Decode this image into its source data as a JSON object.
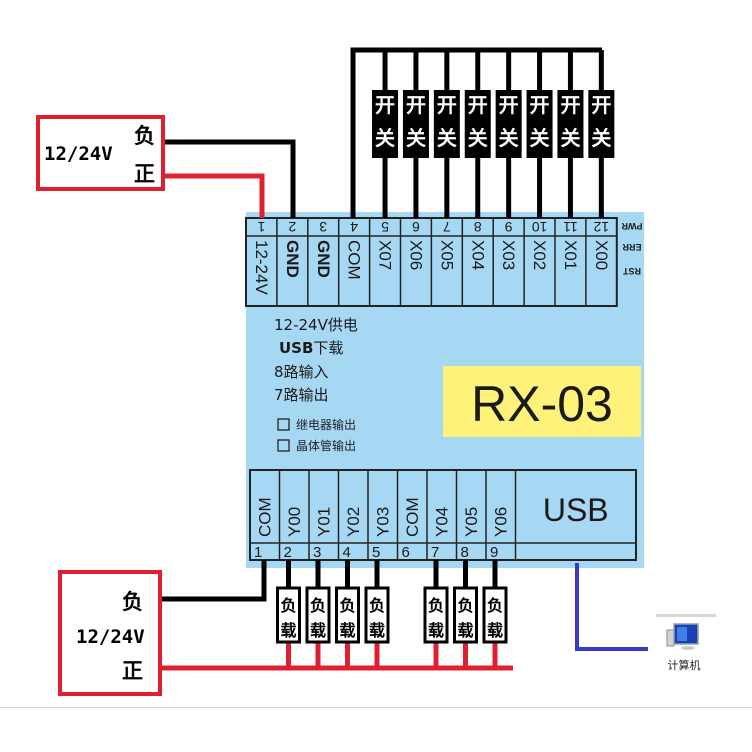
{
  "device": {
    "model": "RX-03",
    "usb_label": "USB",
    "features": [
      "12-24V供电",
      "USB下载",
      "8路输入",
      "7路输出"
    ],
    "options": [
      {
        "label": "继电器输出",
        "checked": false
      },
      {
        "label": "晶体管输出",
        "checked": false
      }
    ],
    "status_leds": [
      "PWR",
      "ERR",
      "RST"
    ],
    "top_terminals": [
      {
        "num": "1",
        "label": "12-24V"
      },
      {
        "num": "2",
        "label": "GND"
      },
      {
        "num": "3",
        "label": "GND"
      },
      {
        "num": "4",
        "label": "COM"
      },
      {
        "num": "5",
        "label": "X07"
      },
      {
        "num": "6",
        "label": "X06"
      },
      {
        "num": "7",
        "label": "X05"
      },
      {
        "num": "8",
        "label": "X04"
      },
      {
        "num": "9",
        "label": "X03"
      },
      {
        "num": "10",
        "label": "X02"
      },
      {
        "num": "11",
        "label": "X01"
      },
      {
        "num": "12",
        "label": "X00"
      }
    ],
    "bottom_terminals": [
      {
        "num": "1",
        "label": "COM"
      },
      {
        "num": "2",
        "label": "Y00"
      },
      {
        "num": "3",
        "label": "Y01"
      },
      {
        "num": "4",
        "label": "Y02"
      },
      {
        "num": "5",
        "label": "Y03"
      },
      {
        "num": "6",
        "label": "COM"
      },
      {
        "num": "7",
        "label": "Y04"
      },
      {
        "num": "8",
        "label": "Y05"
      },
      {
        "num": "9",
        "label": "Y06"
      }
    ]
  },
  "power_top": {
    "voltage": "12/24V",
    "neg": "负",
    "pos": "正"
  },
  "power_bottom": {
    "voltage": "12/24V",
    "neg": "负",
    "pos": "正"
  },
  "switch": {
    "line1": "开",
    "line2": "关",
    "count": 8
  },
  "load": {
    "line1": "负",
    "line2": "载",
    "count": 7
  },
  "computer": {
    "label": "计算机"
  },
  "colors": {
    "board": "#a6d8f4",
    "model_bg": "#fff27a",
    "wire_black": "#000000",
    "wire_red": "#e02030",
    "wire_usb": "#3a3ac8",
    "power_box_border": "#e02030"
  }
}
